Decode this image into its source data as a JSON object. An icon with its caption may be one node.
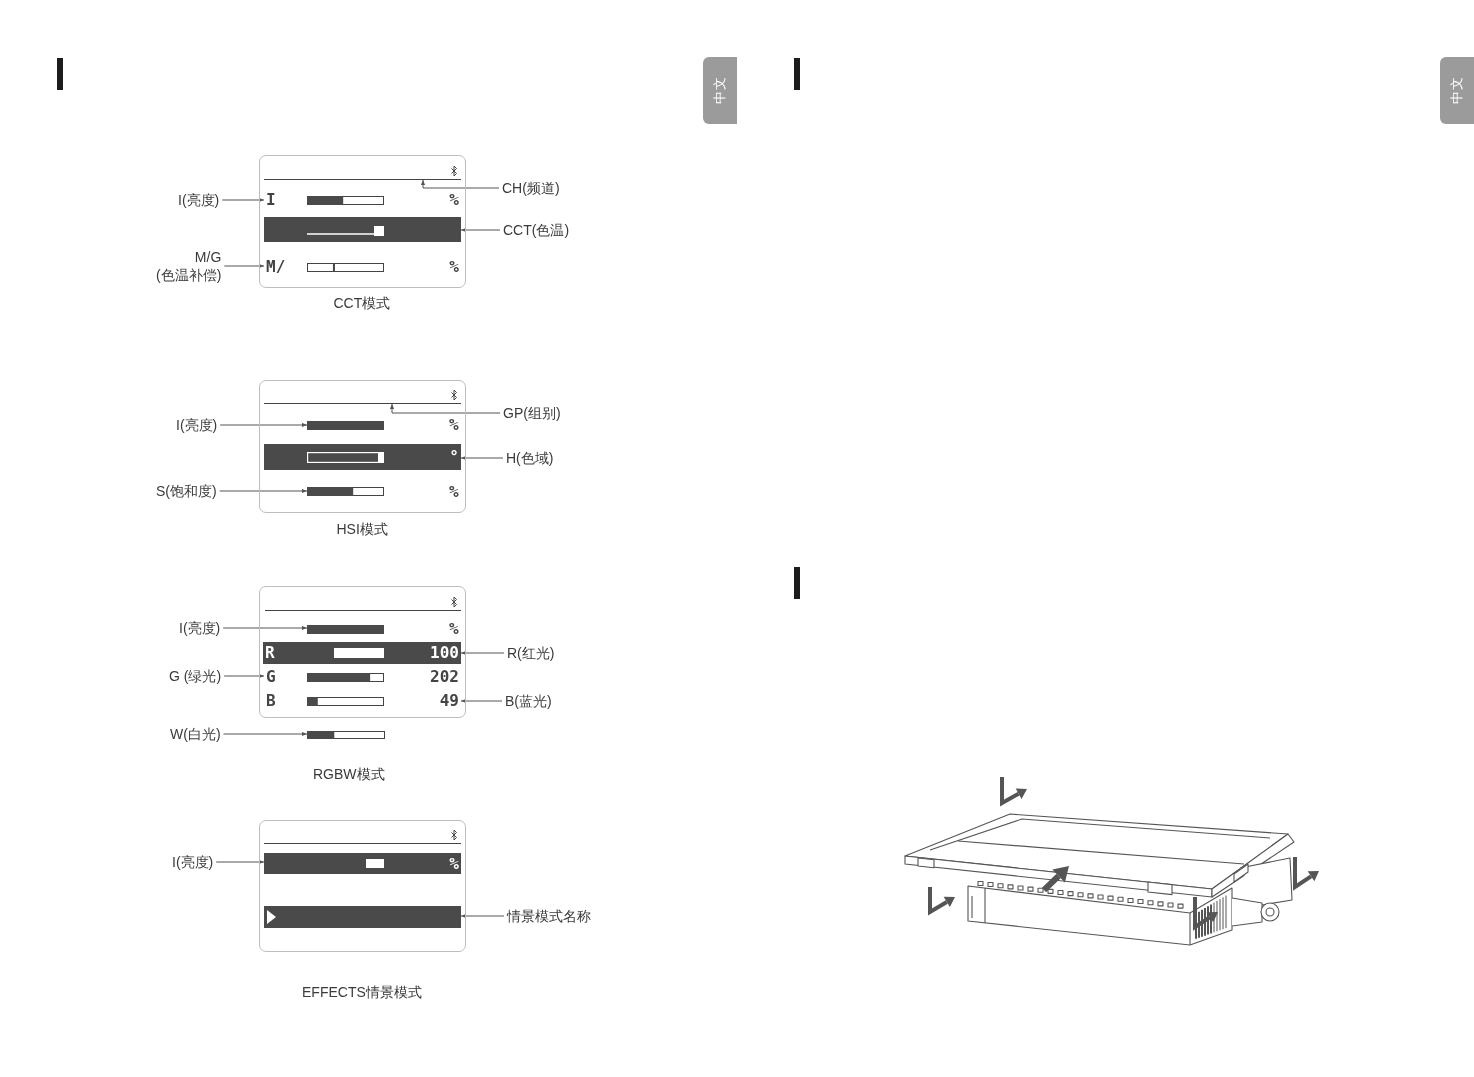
{
  "diagram": {
    "nodes": [
      {
        "text": [
          "中文"
        ]
      },
      {
        "text": [],
        "shape": "box"
      },
      {
        "text": [],
        "shape": "bar",
        "in": 1
      },
      {
        "text": [
          "I",
          "%"
        ],
        "in": 1
      },
      {
        "text": [],
        "shape": "bar",
        "in": 1
      },
      {
        "text": [
          "M/",
          "%"
        ],
        "in": 1
      },
      {
        "text": [
          "I(亮度)"
        ]
      },
      {
        "text": [
          "CH(频道)"
        ]
      },
      {
        "text": [
          "CCT(色温)"
        ]
      },
      {
        "text": [
          "M/G (色温补偿)"
        ]
      },
      {
        "text": [],
        "shape": "box"
      },
      {
        "text": [],
        "shape": "bar",
        "in": 10
      },
      {
        "text": [],
        "shape": "bar",
        "in": 10
      },
      {
        "text": [
          "°"
        ],
        "in": 10
      },
      {
        "text": [],
        "shape": "bar",
        "in": 10
      },
      {
        "text": [
          "I(亮度)"
        ]
      },
      {
        "text": [
          "GP(组别)"
        ]
      },
      {
        "text": [
          "H(色域)"
        ]
      },
      {
        "text": [
          "S(饱和度)"
        ]
      },
      {
        "text": [],
        "shape": "box"
      },
      {
        "text": [],
        "shape": "bar",
        "in": 19
      },
      {
        "text": [
          "R",
          "100"
        ],
        "in": 19
      },
      {
        "text": [
          "G",
          "202"
        ],
        "in": 19
      },
      {
        "text": [
          "B",
          "49"
        ],
        "in": 19
      },
      {
        "text": [],
        "shape": "bar"
      },
      {
        "text": [
          "I(亮度)"
        ]
      },
      {
        "text": [
          "R(红光)"
        ]
      },
      {
        "text": [
          "G (绿光)"
        ]
      },
      {
        "text": [
          "B(蓝光)"
        ]
      },
      {
        "text": [
          "W(白光)"
        ]
      },
      {
        "text": [],
        "shape": "box"
      },
      {
        "text": [
          "%"
        ],
        "in": 30
      },
      {
        "text": [],
        "shape": "bar",
        "in": 30
      },
      {
        "text": [
          "I(亮度)"
        ]
      },
      {
        "text": [
          "情景模式名称"
        ]
      },
      {
        "text": [
          "中文"
        ]
      }
    ],
    "edges": [
      {
        "from": 6,
        "to": 3,
        "arrow": "to"
      },
      {
        "from": 7,
        "to": 2,
        "arrow": "to"
      },
      {
        "from": 8,
        "to": 4,
        "arrow": "to"
      },
      {
        "from": 9,
        "to": 5,
        "arrow": "to"
      },
      {
        "from": 15,
        "to": 12,
        "arrow": "to"
      },
      {
        "from": 16,
        "to": 11,
        "arrow": "to"
      },
      {
        "from": 17,
        "to": 13,
        "arrow": "to"
      },
      {
        "from": 18,
        "to": 14,
        "arrow": "to"
      },
      {
        "from": 25,
        "to": 20,
        "arrow": "to"
      },
      {
        "from": 26,
        "to": 21,
        "arrow": "to"
      },
      {
        "from": 27,
        "to": 22,
        "arrow": "to"
      },
      {
        "from": 28,
        "to": 23,
        "arrow": "to"
      },
      {
        "from": 29,
        "to": 24,
        "arrow": "to"
      },
      {
        "from": 33,
        "to": 31,
        "arrow": "to"
      },
      {
        "from": 34,
        "to": 32,
        "arrow": "to"
      }
    ],
    "labels": [
      "CCT模式",
      "%",
      "%",
      "HSI模式",
      "%",
      "RGBW模式",
      "EFFECTS情景模式"
    ]
  }
}
